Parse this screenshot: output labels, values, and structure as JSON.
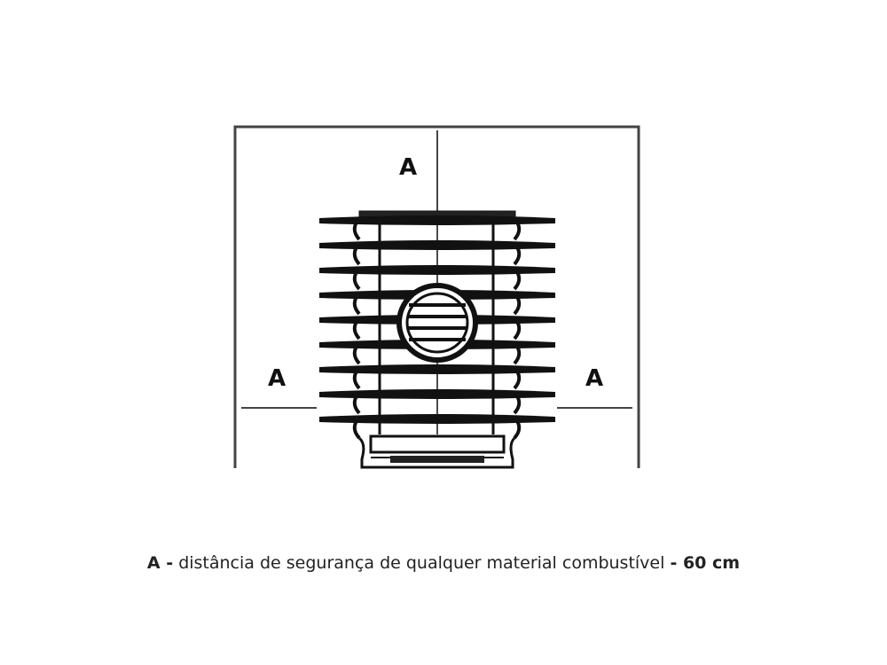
{
  "labels": {
    "top": "A",
    "left": "A",
    "right": "A"
  },
  "caption": {
    "key": "A -",
    "text": "distância de segurança de qualquer material combustível",
    "value": "- 60 cm"
  },
  "colors": {
    "line": "#111111",
    "wall": "#444444"
  }
}
